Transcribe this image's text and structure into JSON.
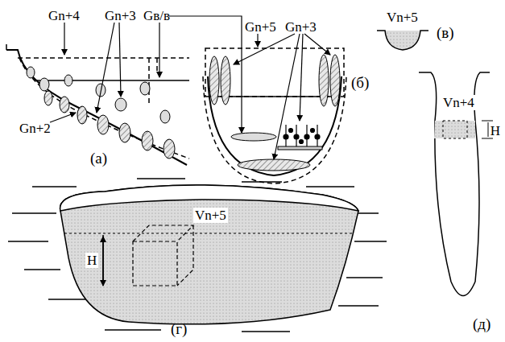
{
  "diagram": {
    "labels": [
      "Gn+4",
      "Gn+3",
      "Gв/в",
      "Gn+2",
      "(а)",
      "Gn+5",
      "Gn+3",
      "(б)",
      "Vn+5",
      "(в)",
      "Vn+4",
      "H",
      "H",
      "Vn+5",
      "(г)",
      "(д)"
    ]
  }
}
